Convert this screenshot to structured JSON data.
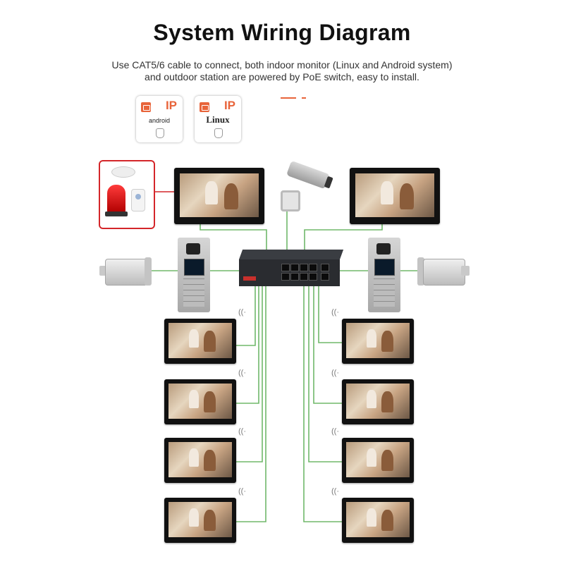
{
  "header": {
    "title": "System Wiring Diagram",
    "subtitle_line1": "Use CAT5/6 cable to connect, both indoor monitor (Linux and Android system)",
    "subtitle_line2": "and outdoor station are powered by PoE switch, easy to install."
  },
  "badges": [
    {
      "ip_label": "IP",
      "os_label": "android"
    },
    {
      "ip_label": "IP",
      "os_label": "Linux"
    }
  ],
  "colors": {
    "wire": "#70b86a",
    "alarm_border": "#d4262a",
    "wire_red": "#d4262a",
    "accent": "#e8643a"
  },
  "icons": {
    "alarm_group": [
      "smoke-detector-icon",
      "siren-icon",
      "pir-sensor-icon"
    ],
    "camera": "cctv-camera-icon",
    "switch": "poe-switch-icon",
    "outdoor_station": "outdoor-station-icon",
    "lock": "electric-lock-icon",
    "wifi": "wifi-icon"
  },
  "wifi_glyph": "((·"
}
